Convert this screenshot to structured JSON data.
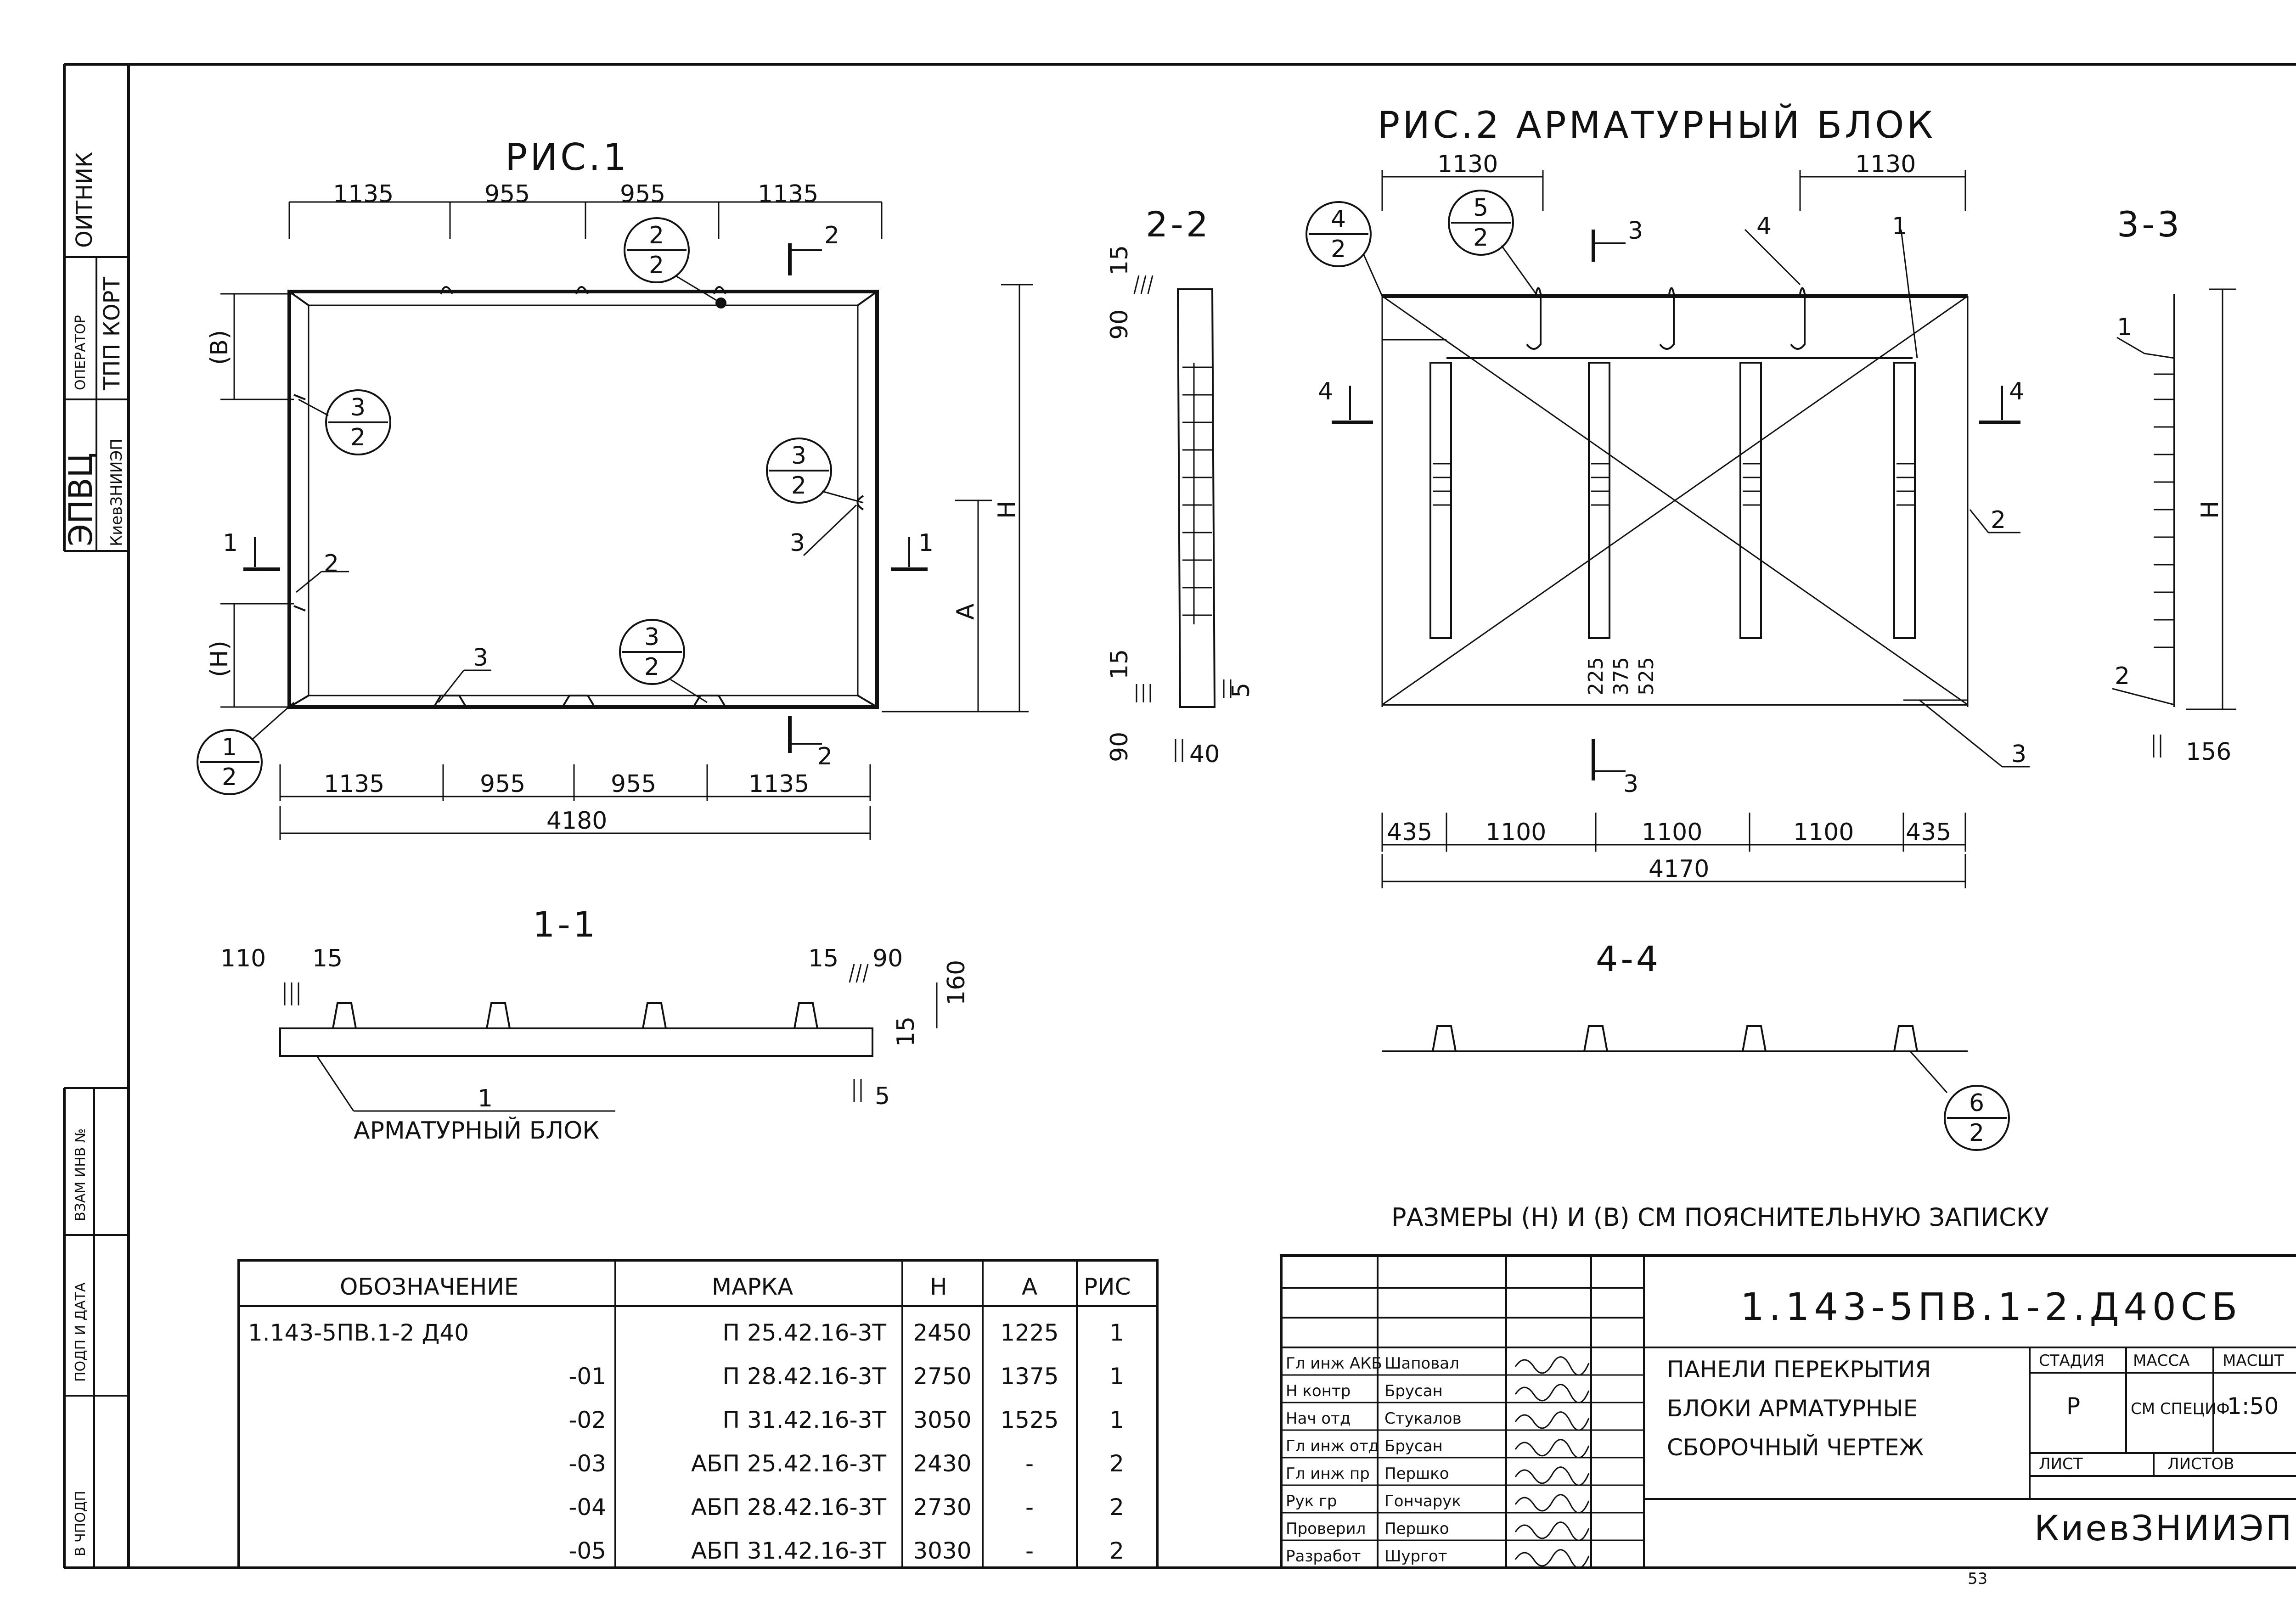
{
  "sheet": {
    "fig1_title": "РИС.1",
    "fig2_title": "РИС.2 АРМАТУРНЫЙ БЛОК",
    "section_1_1": "1-1",
    "section_2_2": "2-2",
    "section_3_3": "3-3",
    "section_4_4": "4-4",
    "note": "РАЗМЕРЫ (Н) И (В) СМ ПОЯСНИТЕЛЬНУЮ ЗАПИСКУ",
    "page_number": "53"
  },
  "side_stamp": {
    "org": "ЭПВЦ",
    "org_sub": "КиевЗНИИЭП",
    "operator_label": "ОПЕРАТОР",
    "operator_value": "ТПП КОРТ",
    "dept": "ОИТНИК",
    "field_1": "ВЗАМ ИНВ №",
    "field_2": "ПОДП И ДАТА",
    "field_3": "В ЧПОДП"
  },
  "fig1": {
    "top_dims": [
      "1135",
      "955",
      "955",
      "1135"
    ],
    "bottom_dims": [
      "1135",
      "955",
      "955",
      "1135"
    ],
    "total": "4180",
    "left_labels": [
      "(В)",
      "(Н)"
    ],
    "right_labels": [
      "Н",
      "А"
    ],
    "section_marks": [
      "1",
      "1",
      "2",
      "2"
    ],
    "callouts": [
      {
        "top": "2",
        "bottom": "2"
      },
      {
        "top": "3",
        "bottom": "2"
      },
      {
        "top": "3",
        "bottom": "2"
      },
      {
        "top": "3",
        "bottom": "2"
      },
      {
        "top": "1",
        "bottom": "2"
      }
    ],
    "leaders": [
      "2",
      "3",
      "3"
    ]
  },
  "sec22": {
    "dims": [
      "15",
      "90",
      "15",
      "90",
      "5",
      "40"
    ]
  },
  "fig2": {
    "top_dims": [
      "1130",
      "1130"
    ],
    "bottom_dims": [
      "435",
      "1100",
      "1100",
      "1100",
      "435"
    ],
    "total": "4170",
    "inner_dims": [
      "225",
      "375",
      "525"
    ],
    "callouts": [
      {
        "top": "4",
        "bottom": "2"
      },
      {
        "top": "5",
        "bottom": "2"
      }
    ],
    "leaders": [
      "4",
      "1",
      "2",
      "3"
    ],
    "section_marks": [
      "3",
      "3",
      "4",
      "4"
    ]
  },
  "sec33": {
    "labels": [
      "1",
      "2",
      "Н",
      "156"
    ]
  },
  "sec11": {
    "dims": [
      "110",
      "15",
      "15",
      "90",
      "160",
      "15",
      "5"
    ],
    "leader": "1",
    "caption": "АРМАТУРНЫЙ БЛОК"
  },
  "sec44": {
    "callout": {
      "top": "6",
      "bottom": "2"
    }
  },
  "spec_table": {
    "headers": [
      "ОБОЗНАЧЕНИЕ",
      "МАРКА",
      "Н",
      "А",
      "РИС"
    ],
    "rows": [
      [
        "1.143-5ПВ.1-2 Д40",
        "П 25.42.16-3Т",
        "2450",
        "1225",
        "1"
      ],
      [
        "-01",
        "П 28.42.16-3Т",
        "2750",
        "1375",
        "1"
      ],
      [
        "-02",
        "П 31.42.16-3Т",
        "3050",
        "1525",
        "1"
      ],
      [
        "-03",
        "АБП 25.42.16-3Т",
        "2430",
        "-",
        "2"
      ],
      [
        "-04",
        "АБП 28.42.16-3Т",
        "2730",
        "-",
        "2"
      ],
      [
        "-05",
        "АБП 31.42.16-3Т",
        "3030",
        "-",
        "2"
      ]
    ]
  },
  "title_block": {
    "doc_code": "1.143-5ПВ.1-2.Д40СБ",
    "title_lines": [
      "ПАНЕЛИ ПЕРЕКРЫТИЯ",
      "БЛОКИ АРМАТУРНЫЕ",
      "СБОРОЧНЫЙ ЧЕРТЕЖ"
    ],
    "stage_label": "СТАДИЯ",
    "mass_label": "МАССА",
    "scale_label": "МАСШТ",
    "stage_value": "Р",
    "mass_value": "СМ СПЕЦИФ",
    "scale_value": "1:50",
    "sheet_label": "ЛИСТ",
    "sheets_label": "ЛИСТОВ",
    "organization": "КиевЗНИИЭП",
    "signatures": [
      {
        "role": "Гл инж АКБ",
        "name": "Шаповал"
      },
      {
        "role": "Н контр",
        "name": "Брусан"
      },
      {
        "role": "Нач отд",
        "name": "Стукалов"
      },
      {
        "role": "Гл инж отд",
        "name": "Брусан"
      },
      {
        "role": "Гл инж пр",
        "name": "Першко"
      },
      {
        "role": "Рук гр",
        "name": "Гончарук"
      },
      {
        "role": "Проверил",
        "name": "Першко"
      },
      {
        "role": "Разработ",
        "name": "Шургот"
      }
    ]
  }
}
